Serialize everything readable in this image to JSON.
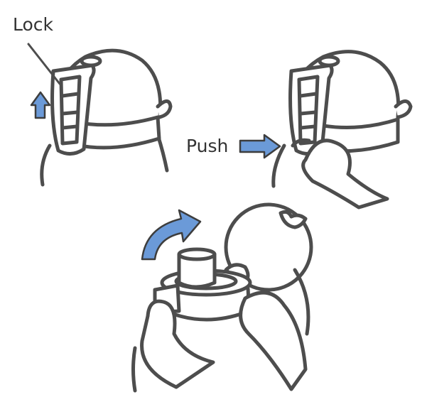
{
  "labels": {
    "lock": "Lock",
    "push": "Push"
  },
  "colors": {
    "line": "#4d4d4d",
    "arrow_fill": "#6b9ad8",
    "arrow_stroke": "#3d3d3d"
  },
  "steps": [
    {
      "name": "slide-lock-up",
      "icon": "up-arrow-icon"
    },
    {
      "name": "push-button",
      "icon": "right-arrow-icon"
    },
    {
      "name": "lid-opens",
      "icon": "curved-arrow-icon"
    }
  ]
}
